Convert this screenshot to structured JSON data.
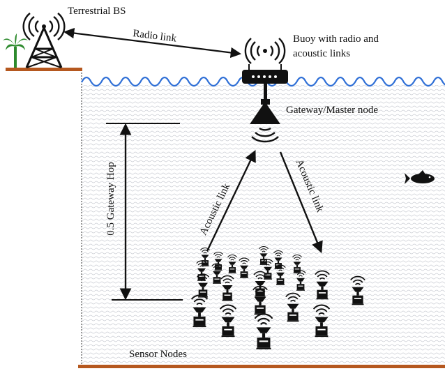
{
  "labels": {
    "terrestrial_bs": "Terrestrial BS",
    "radio_link": "Radio link",
    "buoy": "Buoy with radio and acoustic links",
    "buoy_line1": "Buoy with radio and",
    "buoy_line2": "acoustic links",
    "gateway": "Gateway/Master node",
    "hop": "0.5 Gateway Hop",
    "acoustic_up": "Acoustic link",
    "acoustic_down": "Acoustic link",
    "sensor_nodes": "Sensor Nodes"
  },
  "colors": {
    "water_wave": "#2f6fd6",
    "ground": "#b5581f",
    "palm": "#2d8a2d",
    "ink": "#111111"
  },
  "icons": [
    "tower-icon",
    "palm-tree-icon",
    "buoy-icon",
    "gateway-icon",
    "fish-icon",
    "sensor-node-icon"
  ]
}
